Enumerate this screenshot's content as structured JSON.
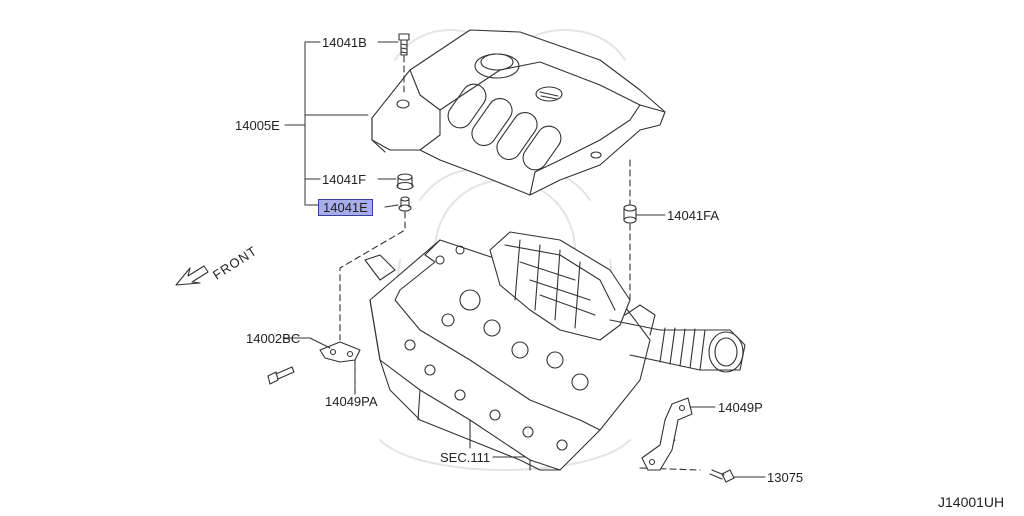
{
  "diagram": {
    "code": "J14001UH",
    "front_label": "FRONT",
    "callouts": [
      {
        "id": "14041B",
        "text": "14041B",
        "highlighted": false
      },
      {
        "id": "14005E",
        "text": "14005E",
        "highlighted": false
      },
      {
        "id": "14041F",
        "text": "14041F",
        "highlighted": false
      },
      {
        "id": "14041E",
        "text": "14041E",
        "highlighted": true
      },
      {
        "id": "14041FA",
        "text": "14041FA",
        "highlighted": false
      },
      {
        "id": "14002BC",
        "text": "14002BC",
        "highlighted": false
      },
      {
        "id": "14049PA",
        "text": "14049PA",
        "highlighted": false
      },
      {
        "id": "14049P",
        "text": "14049P",
        "highlighted": false
      },
      {
        "id": "SEC111",
        "text": "SEC.111",
        "highlighted": false
      },
      {
        "id": "13075",
        "text": "13075",
        "highlighted": false
      }
    ],
    "highlight_color": "#a7ade8"
  }
}
